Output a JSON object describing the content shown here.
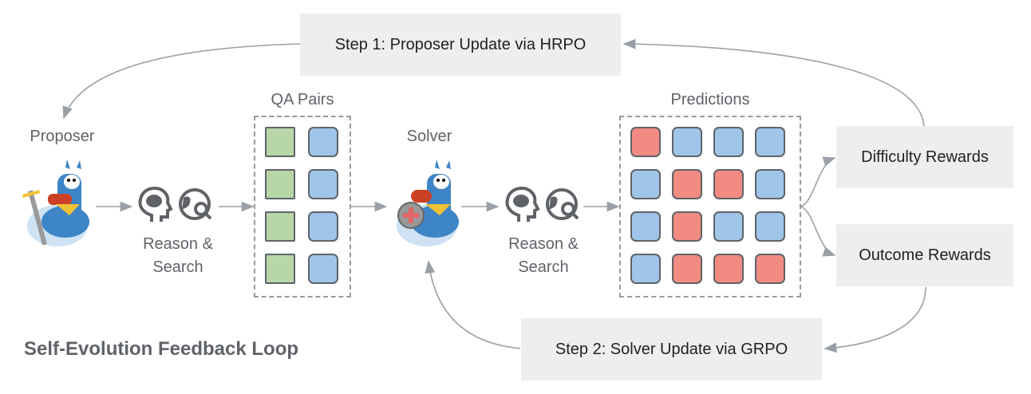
{
  "title": "Self-Evolution Feedback Loop",
  "steps": {
    "step1": "Step 1: Proposer Update via HRPO",
    "step2": "Step 2: Solver Update via GRPO"
  },
  "agents": {
    "proposer": "Proposer",
    "solver": "Solver"
  },
  "actions": {
    "reason_search_1": [
      "Reason &",
      "Search"
    ],
    "reason_search_2": [
      "Reason &",
      "Search"
    ]
  },
  "qa_pairs": {
    "label": "QA Pairs",
    "rows": [
      [
        "green",
        "blue"
      ],
      [
        "green",
        "blue"
      ],
      [
        "green",
        "blue"
      ],
      [
        "green",
        "blue"
      ]
    ]
  },
  "predictions": {
    "label": "Predictions",
    "rows": [
      [
        "red",
        "blue",
        "blue",
        "blue"
      ],
      [
        "blue",
        "red",
        "red",
        "blue"
      ],
      [
        "blue",
        "red",
        "blue",
        "blue"
      ],
      [
        "blue",
        "red",
        "red",
        "red"
      ]
    ]
  },
  "rewards": {
    "difficulty": "Difficulty Rewards",
    "outcome": "Outcome Rewards"
  },
  "colors": {
    "green": "#b7d7a8",
    "blue": "#9fc5e8",
    "red": "#f28b82",
    "box_bg": "#eeeeee",
    "arrow": "#9aa0a6"
  }
}
